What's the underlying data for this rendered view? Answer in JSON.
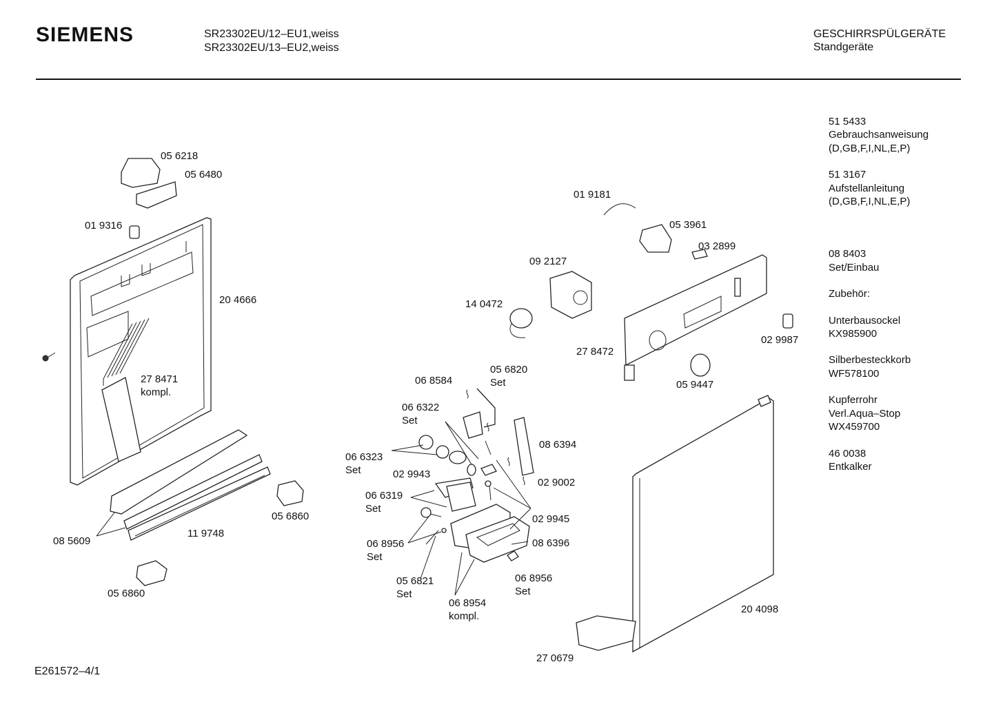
{
  "header": {
    "brand": "SIEMENS",
    "model_line_1": "SR23302EU/12–EU1,weiss",
    "model_line_2": "SR23302EU/13–EU2,weiss",
    "category_line_1": "GESCHIRRSPÜLGERÄTE",
    "category_line_2": "Standgeräte"
  },
  "footer": {
    "code": "E261572–4/1"
  },
  "right_panel": [
    {
      "lines": [
        "51 5433",
        "Gebrauchsanweisung",
        "(D,GB,F,I,NL,E,P)"
      ]
    },
    {
      "lines": [
        "51 3167",
        "Aufstellanleitung",
        "(D,GB,F,I,NL,E,P)"
      ]
    },
    {
      "lines": [
        "08 8403",
        "Set/Einbau"
      ]
    },
    {
      "lines": [
        "Zubehör:"
      ]
    },
    {
      "lines": [
        "Unterbausockel",
        "KX985900"
      ]
    },
    {
      "lines": [
        "Silberbesteckkorb",
        "WF578100"
      ]
    },
    {
      "lines": [
        "Kupferrohr",
        "Verl.Aqua–Stop",
        "WX459700"
      ]
    },
    {
      "lines": [
        "46 0038",
        "Entkalker"
      ]
    }
  ],
  "labels": {
    "p056218": "05 6218",
    "p056480": "05 6480",
    "p019316": "01 9316",
    "p204666": "20 4666",
    "p278471": "27 8471",
    "p278471_note": "kompl.",
    "p085609": "08 5609",
    "p119748": "11 9748",
    "p056860_a": "05 6860",
    "p056860_b": "05 6860",
    "p019181": "01 9181",
    "p053961": "05 3961",
    "p032899": "03 2899",
    "p092127": "09 2127",
    "p140472": "14 0472",
    "p278472": "27 8472",
    "p029987": "02 9987",
    "p059447": "05 9447",
    "p068584": "06 8584",
    "p056820": "05 6820",
    "p056820_note": "Set",
    "p066322": "06 6322",
    "p066322_note": "Set",
    "p066323": "06 6323",
    "p066323_note": "Set",
    "p029943": "02 9943",
    "p066319": "06 6319",
    "p066319_note": "Set",
    "p068956_a": "06 8956",
    "p068956_a_note": "Set",
    "p056821": "05 6821",
    "p056821_note": "Set",
    "p068954": "06 8954",
    "p068954_note": "kompl.",
    "p068956_b": "06 8956",
    "p068956_b_note": "Set",
    "p086396": "08 6396",
    "p029945": "02 9945",
    "p029002": "02 9002",
    "p086394": "08 6394",
    "p204098": "20 4098",
    "p270679": "27 0679"
  }
}
